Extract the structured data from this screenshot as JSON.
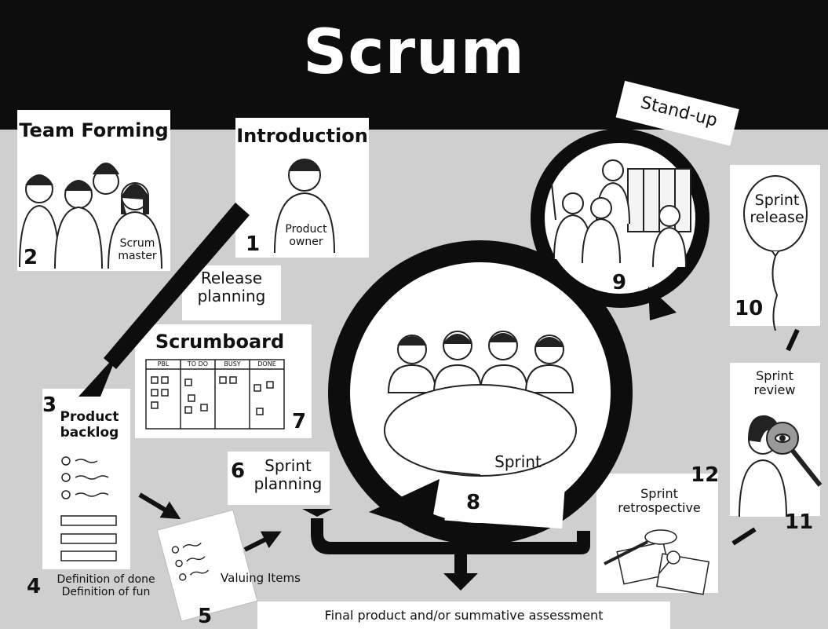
{
  "title": "Scrum",
  "labels": {
    "team_forming": "Team Forming",
    "scrum_master": "Scrum master",
    "introduction": "Introduction",
    "product_owner": "Product owner",
    "release_planning": "Release planning",
    "scrumboard": "Scrumboard",
    "board_columns": [
      "PBL",
      "TO DO",
      "BUSY",
      "DONE"
    ],
    "product_backlog": "Product backlog",
    "definitions": "Definition of done Definition of fun",
    "valuing_items": "Valuing Items",
    "sprint_planning": "Sprint planning",
    "sprint": "Sprint",
    "standup": "Stand-up",
    "sprint_release": "Sprint release",
    "sprint_review": "Sprint review",
    "sprint_retrospective": "Sprint retrospective",
    "final": "Final product and/or summative assessment"
  },
  "numbers": {
    "n1": "1",
    "n2": "2",
    "n3": "3",
    "n4": "4",
    "n5": "5",
    "n6": "6",
    "n7": "7",
    "n8": "8",
    "n9": "9",
    "n10": "10",
    "n11": "11",
    "n12": "12"
  }
}
